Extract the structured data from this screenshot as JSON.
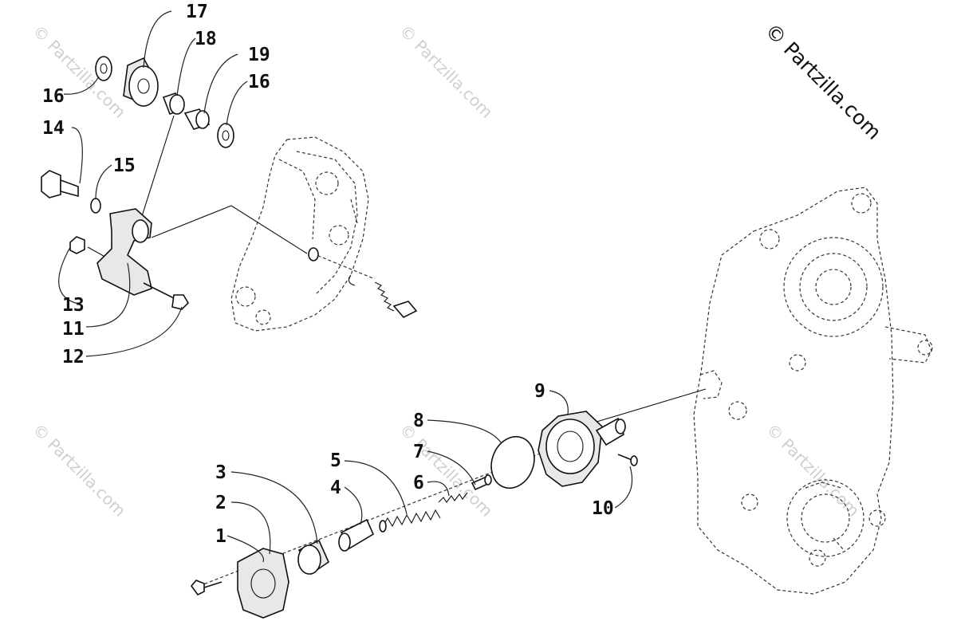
{
  "copyright": "© Partzilla.com",
  "watermark": "© Partzilla.com",
  "callouts": [
    "1",
    "2",
    "3",
    "4",
    "5",
    "6",
    "7",
    "8",
    "9",
    "10",
    "11",
    "12",
    "13",
    "14",
    "15",
    "16",
    "16",
    "17",
    "18",
    "19"
  ]
}
